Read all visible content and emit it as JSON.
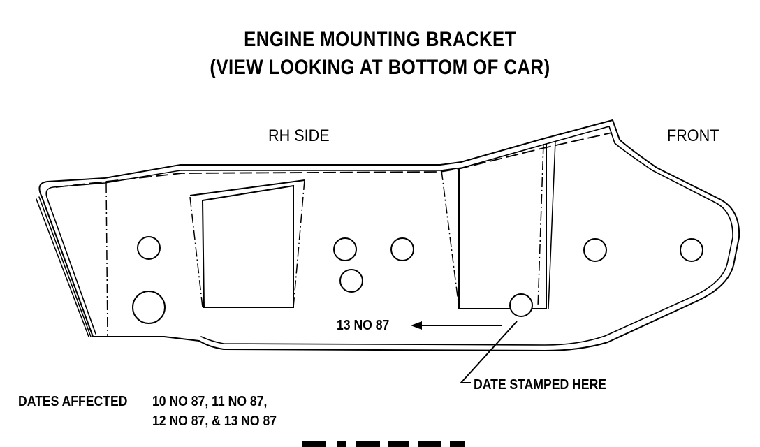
{
  "diagram": {
    "title_line1": "ENGINE MOUNTING BRACKET",
    "title_line2": "(VIEW LOOKING AT BOTTOM OF CAR)",
    "label_rh_side": "RH SIDE",
    "label_front": "FRONT",
    "stamp_example": "13 NO 87",
    "stamp_callout": "DATE STAMPED HERE",
    "dates_affected_label": "DATES AFFECTED",
    "dates_affected_line1": "10 NO 87, 11 NO 87,",
    "dates_affected_line2": "12 NO 87, & 13 NO 87"
  },
  "colors": {
    "ink": "#000000",
    "paper": "#ffffff"
  }
}
